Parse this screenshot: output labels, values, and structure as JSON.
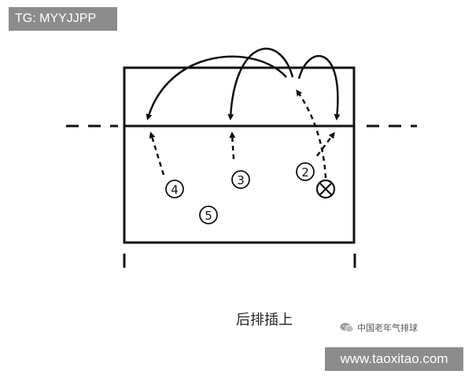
{
  "tag_label": "TG: MYYJJPP",
  "caption": "后排插上",
  "watermark": {
    "text": "中国老年气排球",
    "icon": "wechat-icon"
  },
  "site_url": "www.taoxitao.com",
  "players": [
    {
      "id": "2",
      "label": "2"
    },
    {
      "id": "3",
      "label": "3"
    },
    {
      "id": "4",
      "label": "4"
    },
    {
      "id": "5",
      "label": "5"
    }
  ],
  "setter_symbol": "circle-cross"
}
